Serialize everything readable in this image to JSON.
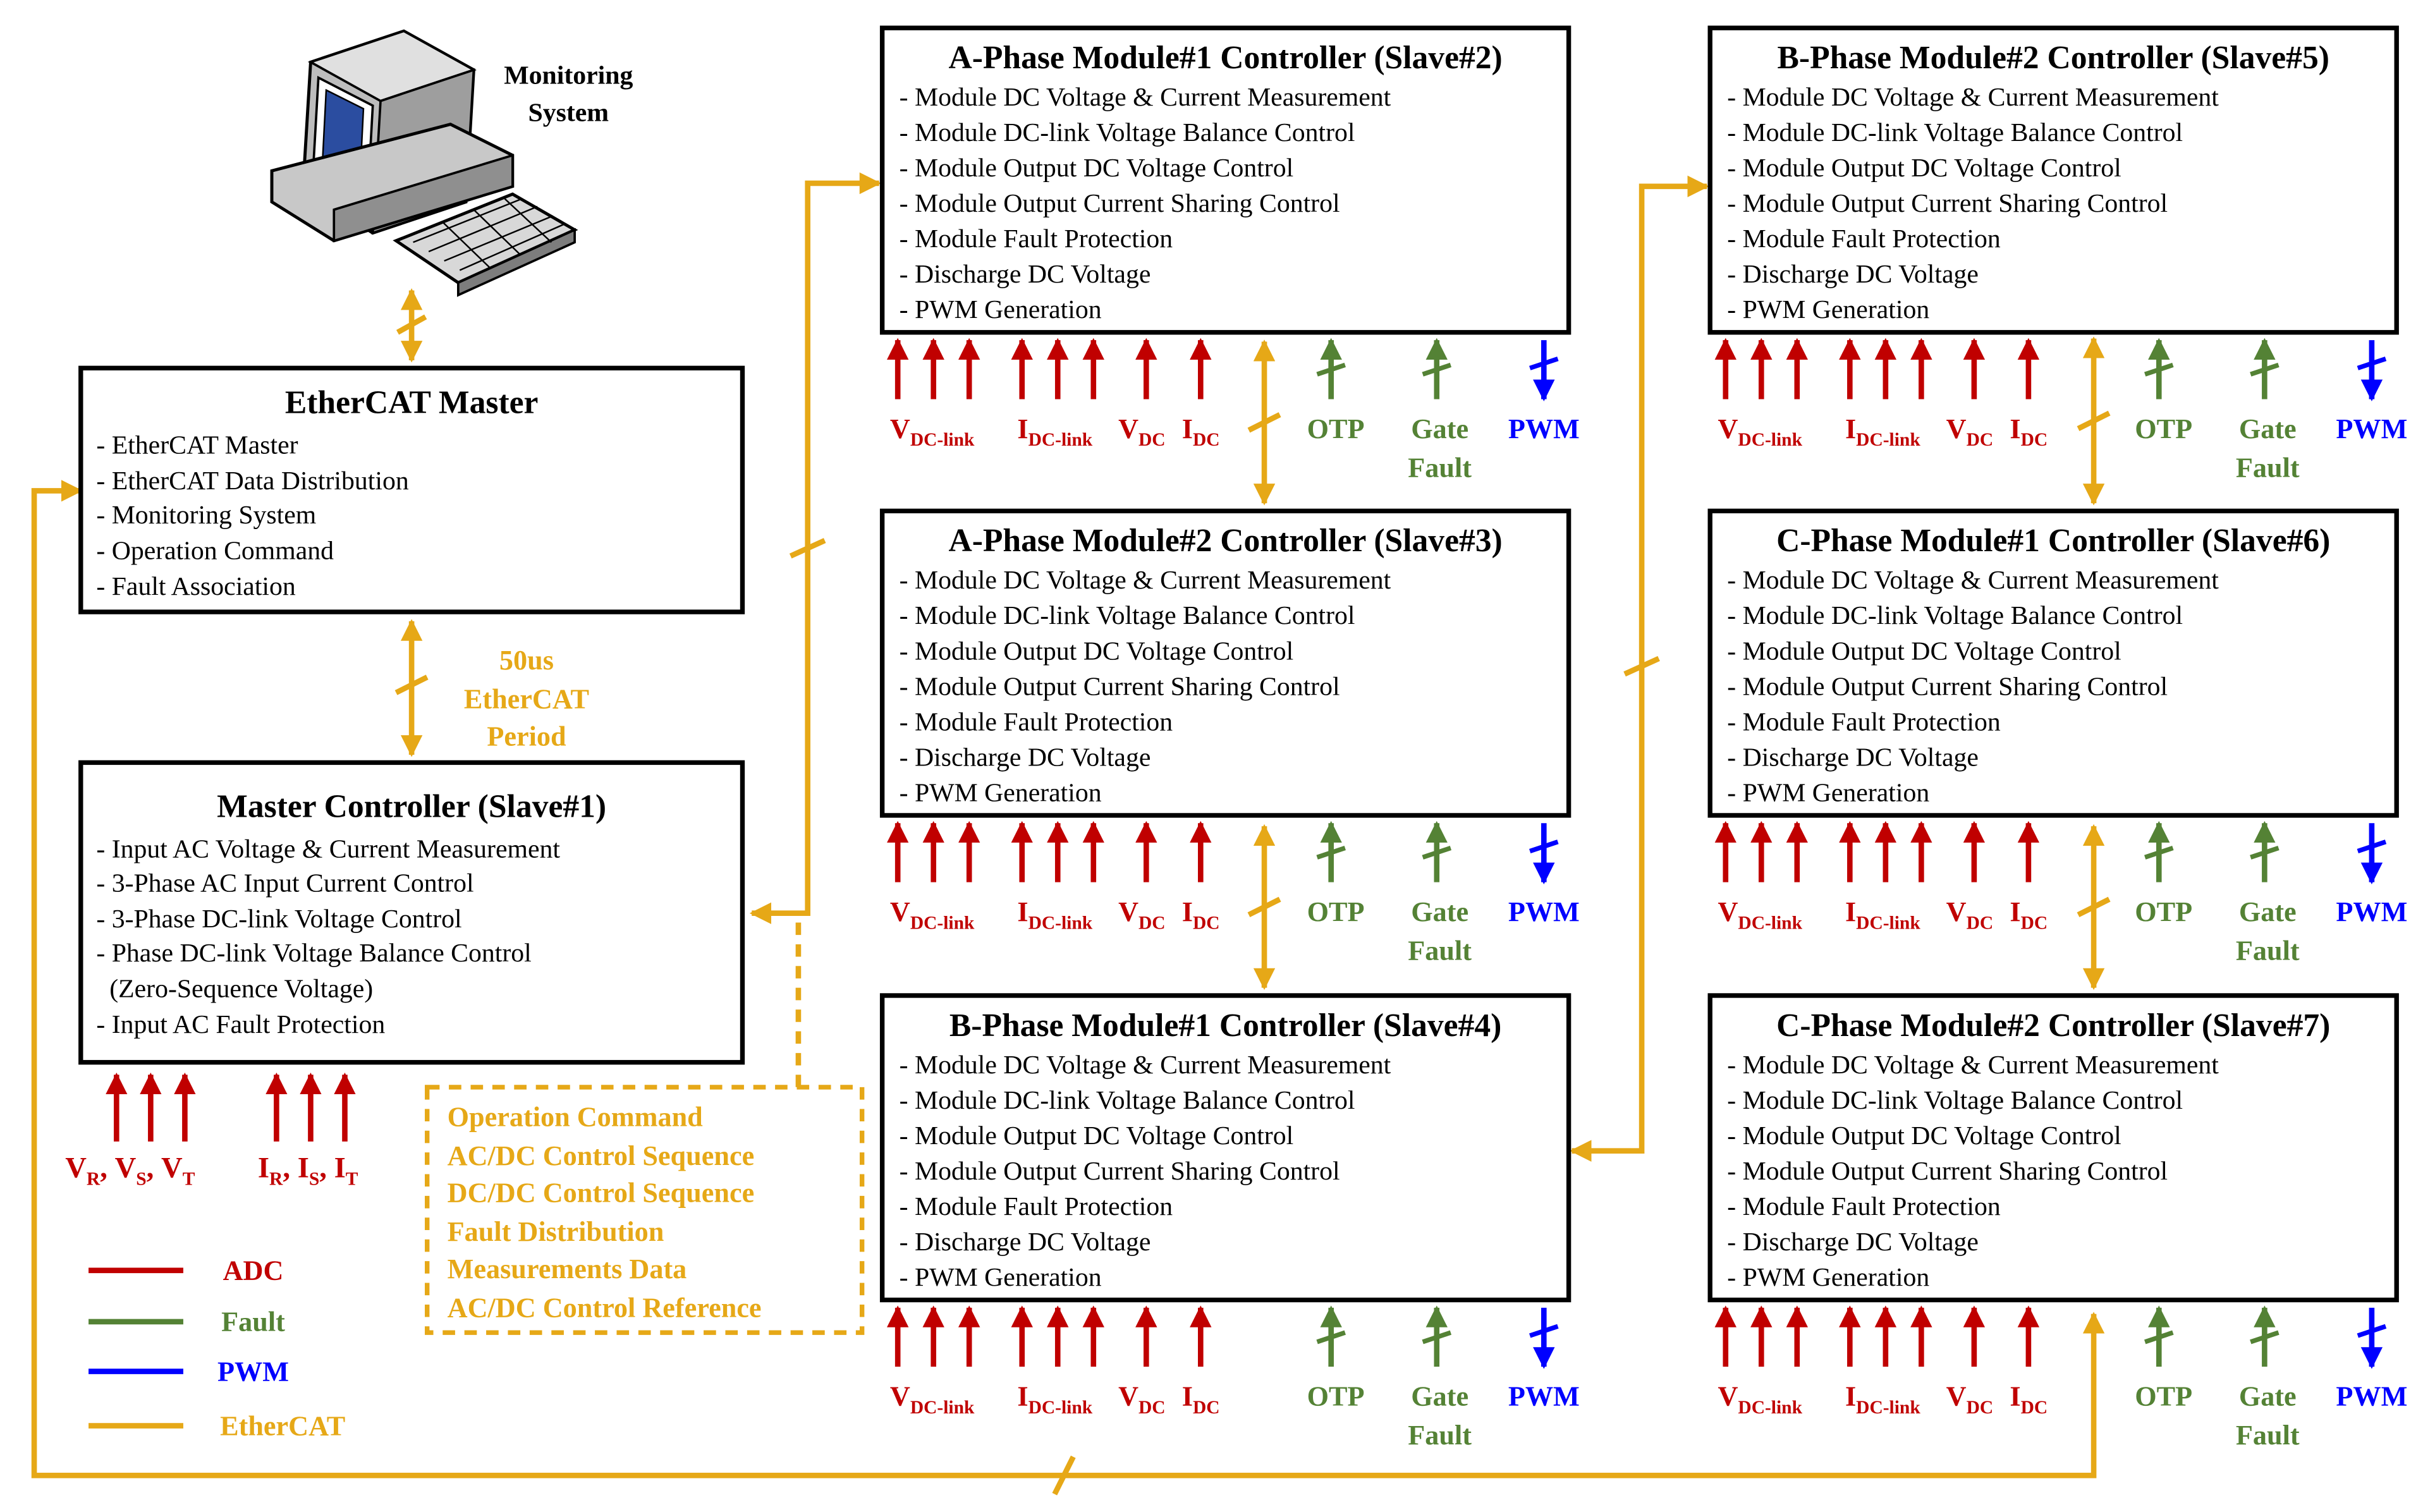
{
  "monitoring": {
    "label_line1": "Monitoring",
    "label_line2": "System"
  },
  "master": {
    "title": "EtherCAT Master",
    "lines": [
      "- EtherCAT Master",
      "- EtherCAT Data Distribution",
      "- Monitoring System",
      "- Operation Command",
      "- Fault Association"
    ]
  },
  "period": {
    "line1": "50us",
    "line2": "EtherCAT",
    "line3": "Period"
  },
  "master_controller": {
    "title": "Master Controller (Slave#1)",
    "lines": [
      "- Input AC Voltage & Current Measurement",
      "- 3-Phase AC Input Current Control",
      "- 3-Phase DC-link Voltage Control",
      "- Phase DC-link Voltage Balance Control",
      "  (Zero-Sequence Voltage)",
      "- Input AC Fault Protection"
    ],
    "inputs": {
      "v_base": [
        "V",
        "V",
        "V"
      ],
      "v_sub": [
        "R",
        "S",
        "T"
      ],
      "i_base": [
        "I",
        "I",
        "I"
      ],
      "i_sub": [
        "R",
        "S",
        "T"
      ],
      "separator": ", "
    }
  },
  "dashed_box": {
    "lines": [
      "Operation Command",
      "AC/DC Control Sequence",
      "DC/DC Control Sequence",
      "Fault Distribution",
      "Measurements Data",
      "AC/DC Control Reference"
    ]
  },
  "legend": {
    "items": [
      {
        "label": "ADC",
        "color": "#c00000"
      },
      {
        "label": "Fault",
        "color": "#548235"
      },
      {
        "label": "PWM",
        "color": "#0000ff"
      },
      {
        "label": "EtherCAT",
        "color": "#e6a817"
      }
    ]
  },
  "module_lines": [
    "- Module DC Voltage & Current Measurement",
    "- Module DC-link Voltage Balance Control",
    "- Module Output DC Voltage Control",
    "- Module Output Current Sharing Control",
    "- Module Fault Protection",
    "- Discharge DC Voltage",
    "- PWM Generation"
  ],
  "modules": [
    {
      "title": "A-Phase Module#1 Controller (Slave#2)"
    },
    {
      "title": "A-Phase Module#2 Controller (Slave#3)"
    },
    {
      "title": "B-Phase Module#1 Controller (Slave#4)"
    },
    {
      "title": "B-Phase Module#2 Controller (Slave#5)"
    },
    {
      "title": "C-Phase Module#1 Controller (Slave#6)"
    },
    {
      "title": "C-Phase Module#2 Controller (Slave#7)"
    }
  ],
  "signals": {
    "vdclink_base": "V",
    "vdclink_sub": "DC-link",
    "idclink_base": "I",
    "idclink_sub": "DC-link",
    "vdc_base": "V",
    "vdc_sub": "DC",
    "idc_base": "I",
    "idc_sub": "DC",
    "otp": "OTP",
    "gate1": "Gate",
    "gate2": "Fault",
    "pwm": "PWM"
  },
  "colors": {
    "adc": "#c00000",
    "fault": "#548235",
    "pwm": "#0000ff",
    "ethercat": "#e6a817"
  }
}
